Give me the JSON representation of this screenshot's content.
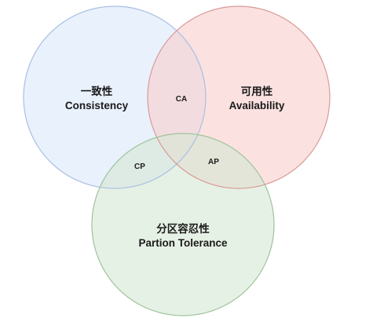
{
  "colors": {
    "consistency_fill": "#dae8fc",
    "consistency_stroke": "#a9bfe2",
    "availability_fill": "#f8cecc",
    "availability_stroke": "#d99a98",
    "partition_fill": "#d5e8d4",
    "partition_stroke": "#9fc39c"
  },
  "sets": {
    "consistency": {
      "title_cn": "一致性",
      "title_en": "Consistency"
    },
    "availability": {
      "title_cn": "可用性",
      "title_en": "Availability"
    },
    "partition": {
      "title_cn": "分区容忍性",
      "title_en": "Partion Tolerance"
    }
  },
  "intersections": {
    "ca": "CA",
    "cp": "CP",
    "ap": "AP"
  }
}
